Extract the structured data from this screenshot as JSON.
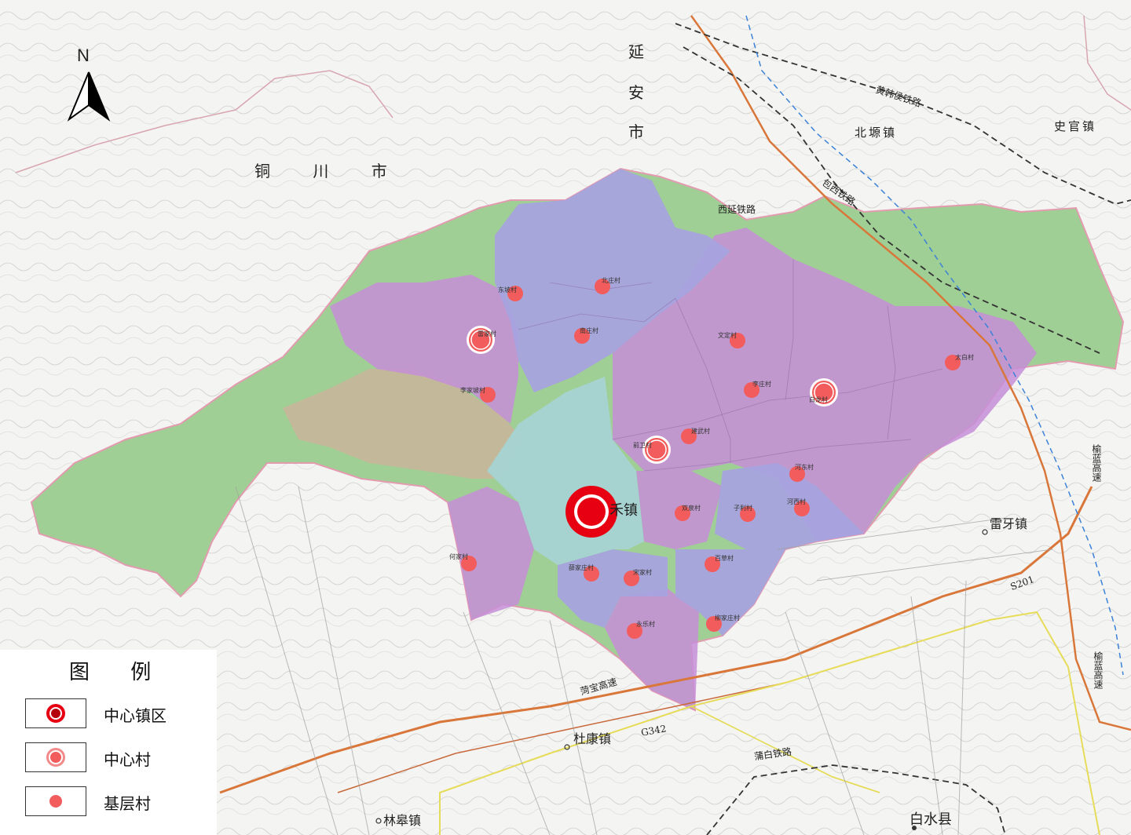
{
  "north": {
    "label": "N"
  },
  "legend": {
    "title": "图 例",
    "items": [
      {
        "label": "中心镇区",
        "type": "center-town"
      },
      {
        "label": "中心村",
        "type": "center-village"
      },
      {
        "label": "基层村",
        "type": "basic-village"
      }
    ]
  },
  "regions": {
    "tongchuan": "铜 川 市",
    "yanan": [
      "延",
      "安",
      "市"
    ]
  },
  "towns": {
    "beipeng": "北塬镇",
    "shiguan": "史官镇",
    "leiya": "雷牙镇",
    "dukang": "杜康镇",
    "linhao": "林皋镇",
    "baishui": "白水县",
    "center": "禾镇"
  },
  "railways": {
    "huanghan": "黄韩侯铁路",
    "baoxi": "包西铁路",
    "xiyan": "西延铁路",
    "pubai": "蒲白铁路"
  },
  "roads": {
    "heibao": "菏宝高速",
    "g342": "G342",
    "s201": "S201",
    "yulan1": "榆蓝高速",
    "yulan2": "榆蓝高速"
  },
  "villages": [
    {
      "name": "东坡村",
      "kind": "basic"
    },
    {
      "name": "北庄村",
      "kind": "basic"
    },
    {
      "name": "雷家村",
      "kind": "center"
    },
    {
      "name": "南庄村",
      "kind": "basic"
    },
    {
      "name": "李家坡村",
      "kind": "basic"
    },
    {
      "name": "文定村",
      "kind": "basic"
    },
    {
      "name": "太白村",
      "kind": "basic"
    },
    {
      "name": "李庄村",
      "kind": "basic"
    },
    {
      "name": "白龙村",
      "kind": "center"
    },
    {
      "name": "建武村",
      "kind": "basic"
    },
    {
      "name": "前卫村",
      "kind": "center"
    },
    {
      "name": "河东村",
      "kind": "basic"
    },
    {
      "name": "双泉村",
      "kind": "basic"
    },
    {
      "name": "子利村",
      "kind": "basic"
    },
    {
      "name": "河西村",
      "kind": "basic"
    },
    {
      "name": "何家村",
      "kind": "basic"
    },
    {
      "name": "薛家庄村",
      "kind": "basic"
    },
    {
      "name": "宋家村",
      "kind": "basic"
    },
    {
      "name": "百草村",
      "kind": "basic"
    },
    {
      "name": "永乐村",
      "kind": "basic"
    },
    {
      "name": "柳家庄村",
      "kind": "basic"
    }
  ],
  "colors": {
    "background": "#f4f4f2",
    "green": "#9fcf94",
    "violet": "#c68ed8",
    "blue": "#a7a3de",
    "teal": "#a6d3d2",
    "tan": "#c7b69a",
    "red": "#e60012",
    "orange": "#d9773a",
    "yellow": "#e6dc5a",
    "blue-rail": "#3b82d8"
  }
}
